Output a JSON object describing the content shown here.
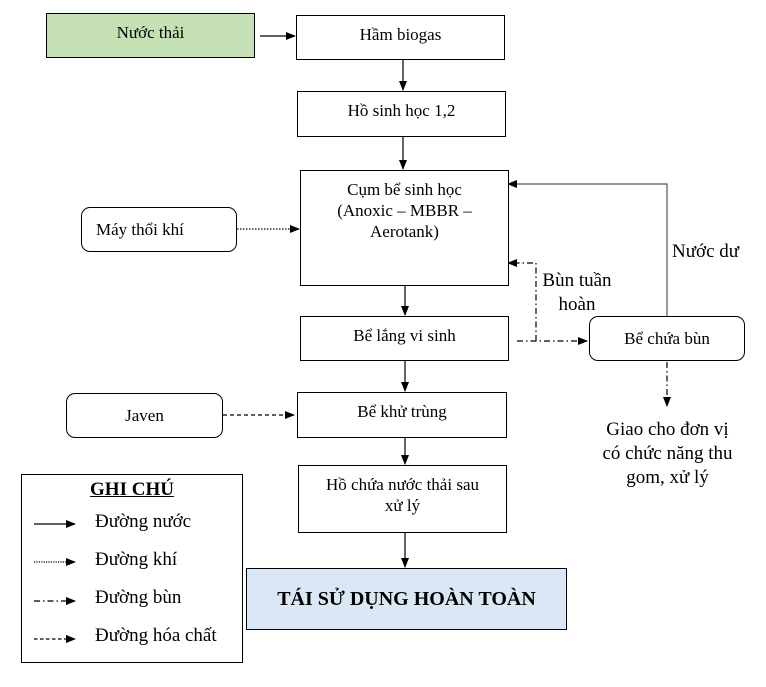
{
  "diagram": {
    "nodes": {
      "nuoc_thai": "Nước thải",
      "ham_biogas": "Hầm biogas",
      "ho_sinh_hoc": "Hồ sinh học 1,2",
      "cum_be_sinh_hoc_line1": "Cụm bể sinh học",
      "cum_be_sinh_hoc_line2": "(Anoxic – MBBR –",
      "cum_be_sinh_hoc_line3": "Aerotank)",
      "may_thoi_khi": "Máy thổi khí",
      "be_lang_vi_sinh": "Bể lắng vi sinh",
      "be_chua_bun": "Bể chứa bùn",
      "javen": "Javen",
      "be_khu_trung": "Bể khử trùng",
      "ho_chua_line1": "Hồ chứa nước thải sau",
      "ho_chua_line2": "xử lý",
      "tai_su_dung": "TÁI SỬ DỤNG HOÀN TOÀN"
    },
    "labels": {
      "nuoc_du": "Nước dư",
      "bun_tuan_hoan_line1": "Bùn tuần",
      "bun_tuan_hoan_line2": "hoàn",
      "giao_line1": "Giao cho đơn vị",
      "giao_line2": "có chức năng thu",
      "giao_line3": "gom, xử lý"
    },
    "colors": {
      "source_fill": "#c5e0b4",
      "result_fill": "#dae7f4"
    }
  },
  "legend": {
    "title": "GHI CHÚ",
    "items": [
      {
        "label": "Đường nước",
        "style": "solid"
      },
      {
        "label": "Đường khí",
        "style": "dotted"
      },
      {
        "label": "Đường bùn",
        "style": "dash-dot"
      },
      {
        "label": "Đường hóa chất",
        "style": "dashed"
      }
    ]
  }
}
